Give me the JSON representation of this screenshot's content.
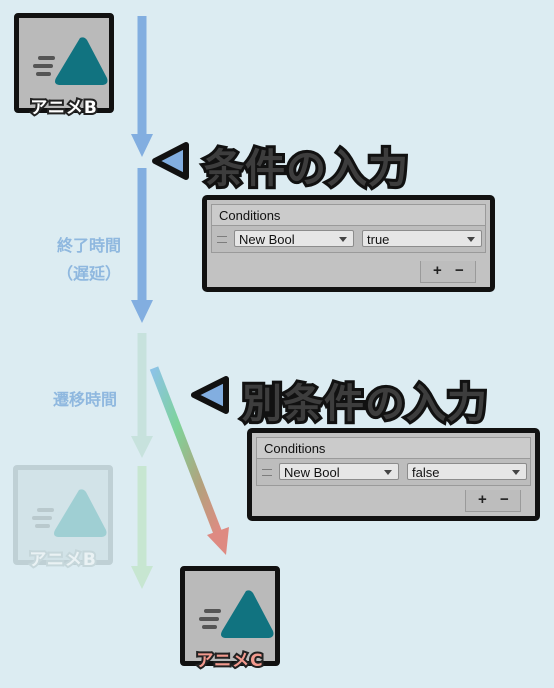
{
  "nodes": {
    "anim_b_top": {
      "label": "アニメB"
    },
    "anim_b_faded": {
      "label": "アニメB"
    },
    "anim_c": {
      "label": "アニメC"
    }
  },
  "headings": {
    "condition_input": "条件の入力",
    "other_condition_input": "別条件の入力"
  },
  "side_labels": {
    "exit_time_line1": "終了時間",
    "exit_time_line2": "（遅延）",
    "transition_time": "遷移時間"
  },
  "panels": {
    "first": {
      "title": "Conditions",
      "parameter": "New Bool",
      "value": "true",
      "add": "+",
      "remove": "−"
    },
    "second": {
      "title": "Conditions",
      "parameter": "New Bool",
      "value": "false",
      "add": "+",
      "remove": "−"
    }
  },
  "colors": {
    "background": "#dcecf2",
    "flow_arrow": "#82aee0",
    "triangle": "#117380",
    "gradient_start": "#8cc3e6",
    "gradient_mid": "#7ed39a",
    "gradient_end": "#e08a82",
    "accent_pink": "#f39a8e"
  },
  "icons": [
    "animation-clip-icon",
    "left-pointer-triangle-icon",
    "down-arrow-icon"
  ]
}
